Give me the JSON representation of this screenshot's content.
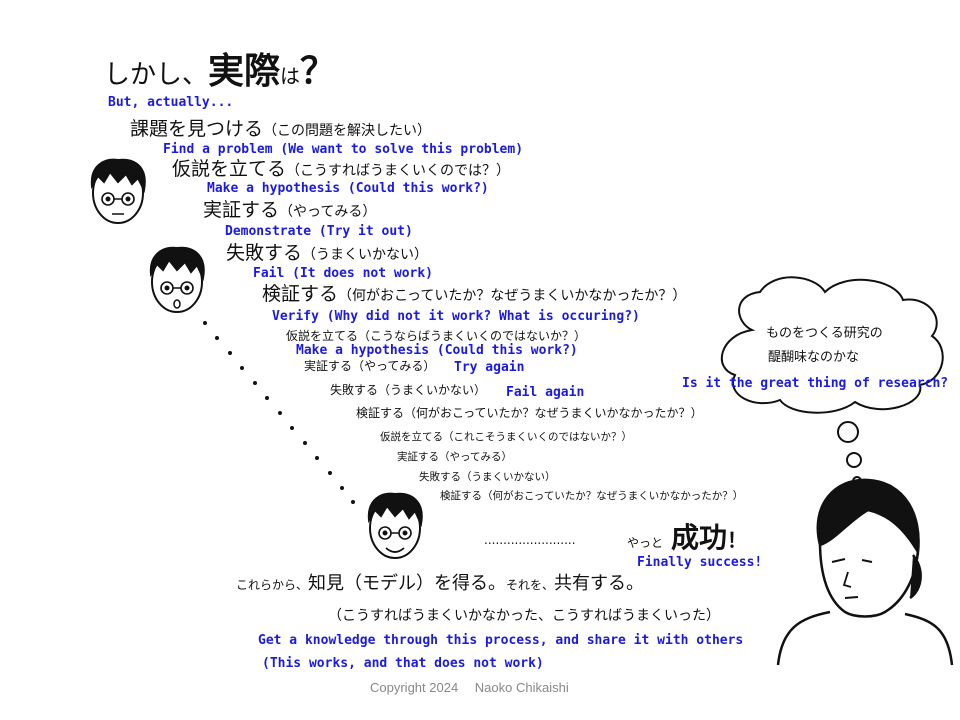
{
  "slide": {
    "title_prefix": "しかし、",
    "title_big": "実際",
    "title_particle": "は",
    "title_question": "？",
    "title_en": "But, actually...",
    "steps_first": [
      {
        "jp_main": "課題を見つける",
        "jp_note": "（この問題を解決したい）",
        "en": "Find a problem (We want to solve this problem)"
      },
      {
        "jp_main": "仮説を立てる",
        "jp_note": "（こうすればうまくいくのでは？）",
        "en": "Make a hypothesis (Could this work?)"
      },
      {
        "jp_main": "実証する",
        "jp_note": "（やってみる）",
        "en": "Demonstrate (Try it out)"
      },
      {
        "jp_main": "失敗する",
        "jp_note": "（うまくいかない）",
        "en": "Fail (It does not work)"
      },
      {
        "jp_main": "検証する",
        "jp_note": "（何がおこっていたか？なぜうまくいかなかったか？）",
        "en": "Verify (Why did not it work? What is occuring?)"
      }
    ],
    "steps_second": [
      {
        "jp": "仮説を立てる（こうならばうまくいくのではないか？）",
        "en": "Make a hypothesis (Could this work?)"
      },
      {
        "jp": "実証する（やってみる）",
        "en": "Try again"
      },
      {
        "jp": "失敗する（うまくいかない）",
        "en": "Fail again"
      },
      {
        "jp": "検証する（何がおこっていたか？なぜうまくいかなかったか？）"
      }
    ],
    "steps_third": [
      {
        "jp": "仮説を立てる（これこそうまくいくのではないか？）"
      },
      {
        "jp": "実証する（やってみる）"
      },
      {
        "jp": "失敗する（うまくいかない）"
      },
      {
        "jp": "検証する（何がおこっていたか？なぜうまくいかなかったか？）"
      }
    ],
    "success": {
      "dots": "........................",
      "prefix": "やっと",
      "word": "成功",
      "mark": "！",
      "en": "Finally success!"
    },
    "conclusion": {
      "part1": "これらから、",
      "part2": "知見（モデル）を得る。",
      "part3": "それを、",
      "part4": "共有する。",
      "note": "（こうすればうまくいかなかった、こうすればうまくいった）",
      "en1": "Get a knowledge through this process, and share it with others",
      "en2": "(This works, and that does not work)"
    },
    "thought": {
      "line1": "ものをつくる研究の",
      "line2": "醍醐味なのかな",
      "en": "Is it the great thing of research?"
    },
    "copyright": "Copyright 2024　 Naoko Chikaishi",
    "colors": {
      "english_text": "#1a1ae6",
      "japanese_text": "#111111",
      "copyright": "#888888"
    },
    "icons": [
      "researcher-face-1-icon",
      "researcher-face-2-icon",
      "researcher-face-3-icon",
      "thinking-person-icon",
      "thought-cloud-icon"
    ]
  }
}
